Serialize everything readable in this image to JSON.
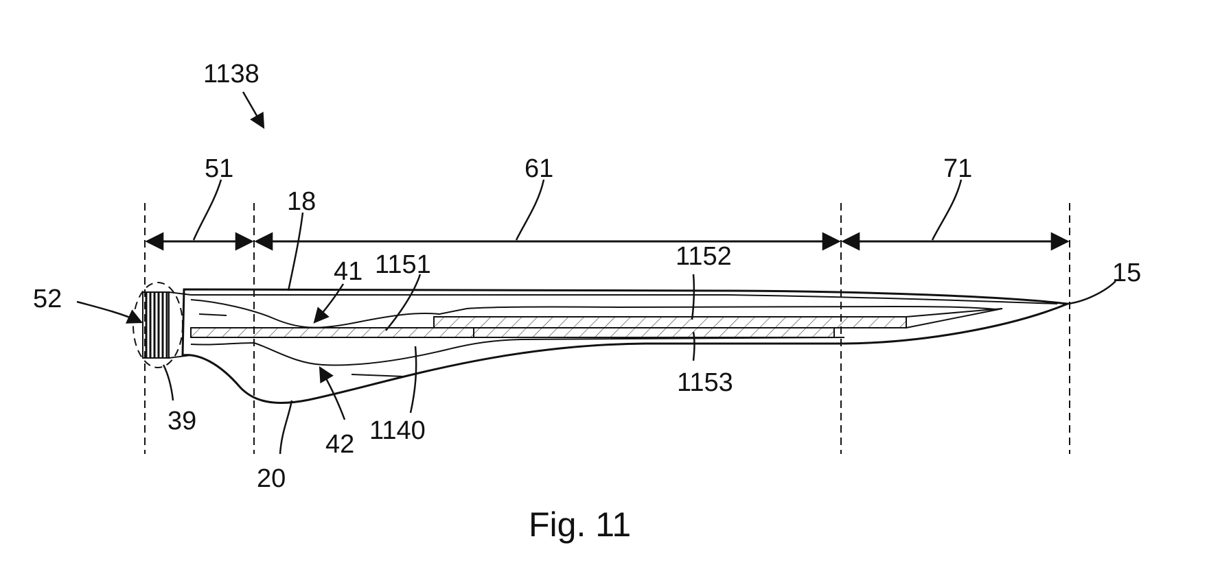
{
  "figure": {
    "caption": "Fig. 11",
    "labels": {
      "l1138": "1138",
      "l51": "51",
      "l61": "61",
      "l71": "71",
      "l18": "18",
      "l41": "41",
      "l1151": "1151",
      "l1152": "1152",
      "l15": "15",
      "l52": "52",
      "l39": "39",
      "l42": "42",
      "l1140": "1140",
      "l1153": "1153",
      "l20": "20"
    }
  }
}
